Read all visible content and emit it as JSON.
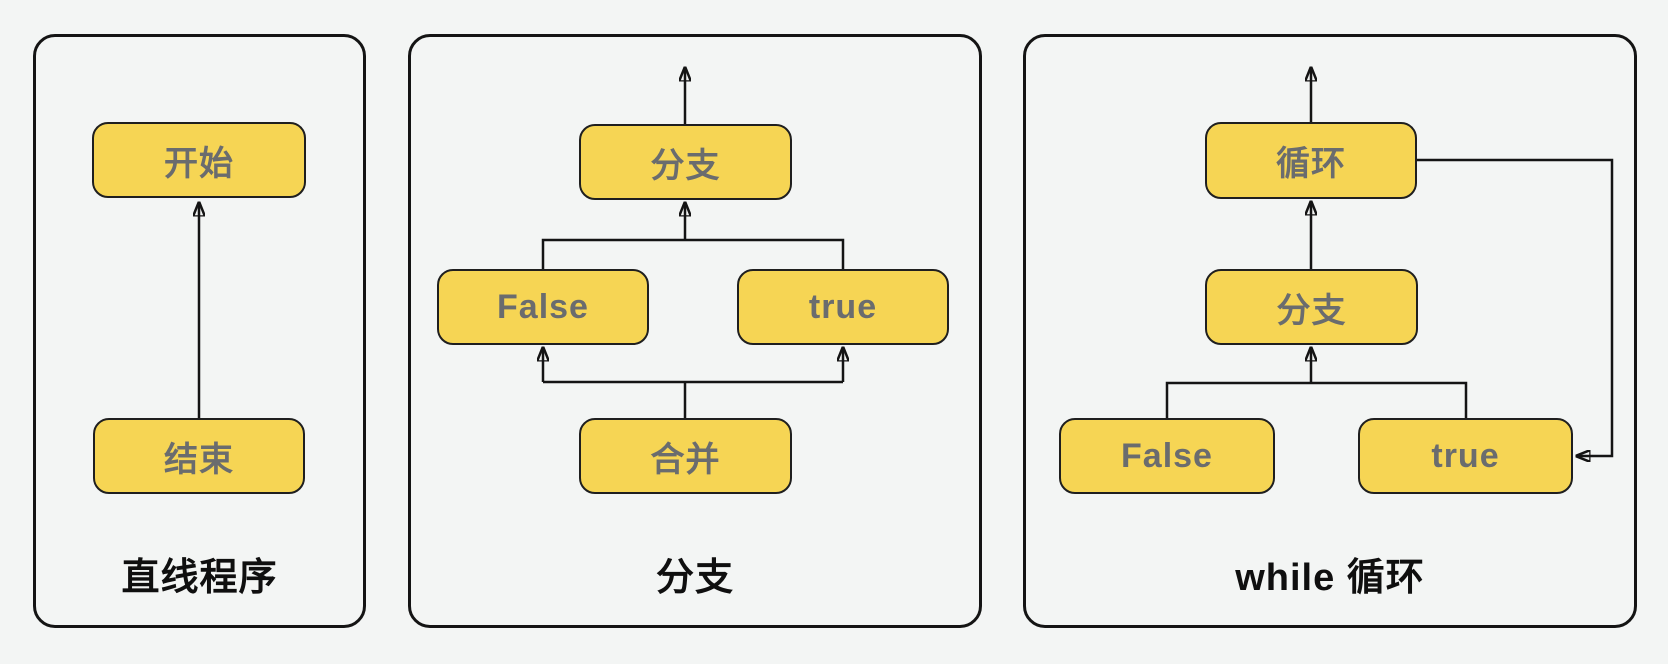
{
  "colors": {
    "page_bg": "#f3f5f4",
    "node_fill": "#F6D554",
    "node_border": "#1f1f1f",
    "node_text": "#6a6c6e",
    "line": "#141414",
    "caption_text": "#0f0f0f"
  },
  "panels": [
    {
      "caption": "直线程序",
      "nodes": [
        {
          "label": "开始"
        },
        {
          "label": "结束"
        }
      ],
      "edges": [
        {
          "from": "结束",
          "to": "开始"
        }
      ]
    },
    {
      "caption": "分支",
      "nodes": [
        {
          "label": "分支"
        },
        {
          "label": "False"
        },
        {
          "label": "true"
        },
        {
          "label": "合并"
        }
      ],
      "edges": [
        {
          "from": "分支",
          "to": "exit-top"
        },
        {
          "from": "False",
          "to": "分支"
        },
        {
          "from": "true",
          "to": "分支"
        },
        {
          "from": "合并",
          "to": "False"
        },
        {
          "from": "合并",
          "to": "true"
        }
      ]
    },
    {
      "caption": "while 循环",
      "nodes": [
        {
          "label": "循环"
        },
        {
          "label": "分支"
        },
        {
          "label": "False"
        },
        {
          "label": "true"
        }
      ],
      "edges": [
        {
          "from": "循环",
          "to": "exit-top"
        },
        {
          "from": "分支",
          "to": "循环"
        },
        {
          "from": "False",
          "to": "分支"
        },
        {
          "from": "true",
          "to": "分支"
        },
        {
          "from": "循环",
          "to": "true"
        }
      ]
    }
  ]
}
